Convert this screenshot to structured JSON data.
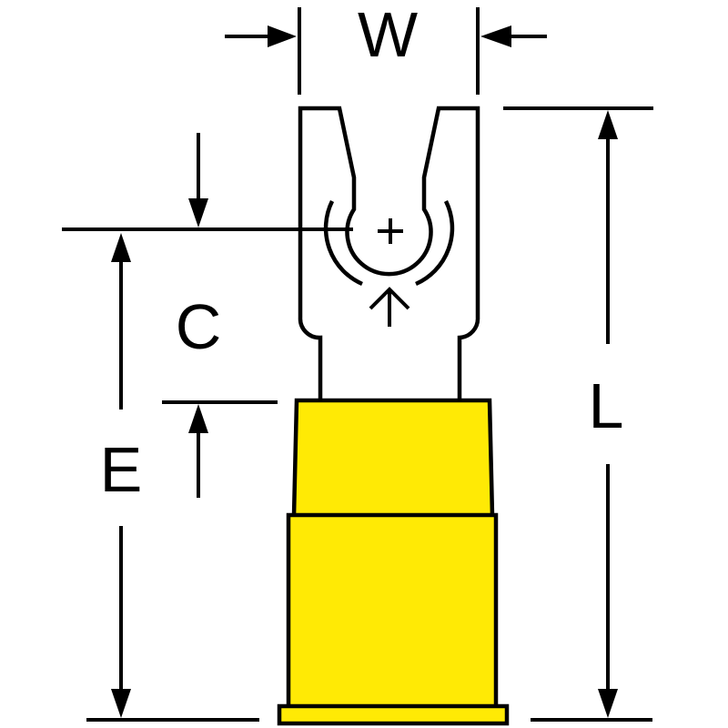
{
  "figure": {
    "title": "Fork terminal technical line drawing",
    "type": "engineering-dimension-diagram",
    "part": {
      "style": "locking fork (spade) terminal, flanged fork with insulated crimp barrel",
      "insulation_sections": 3
    }
  },
  "colors": {
    "background": "#ffffff",
    "line": "#000000",
    "insulation": "#ffea05",
    "label": "#000000"
  },
  "dimensions": {
    "w": {
      "label": "W"
    },
    "c": {
      "label": "C"
    },
    "e": {
      "label": "E"
    },
    "l": {
      "label": "L"
    }
  },
  "annotations": {
    "center_mark": "+",
    "wire_entry_arrow": "up-arrow"
  }
}
